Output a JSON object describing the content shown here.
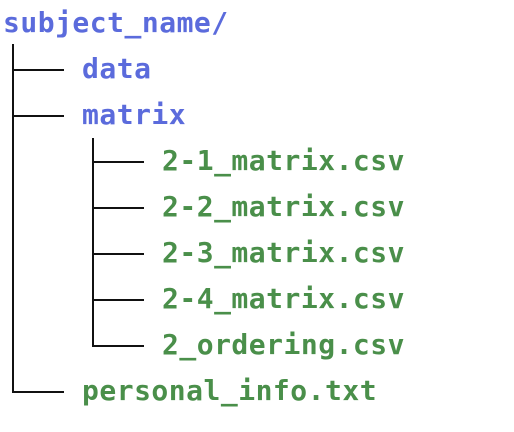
{
  "tree": {
    "root": {
      "label": "subject_name/",
      "type": "folder"
    },
    "children": [
      {
        "label": "data",
        "type": "folder"
      },
      {
        "label": "matrix",
        "type": "folder",
        "children": [
          {
            "label": "2-1_matrix.csv",
            "type": "file"
          },
          {
            "label": "2-2_matrix.csv",
            "type": "file"
          },
          {
            "label": "2-3_matrix.csv",
            "type": "file"
          },
          {
            "label": "2-4_matrix.csv",
            "type": "file"
          },
          {
            "label": "2_ordering.csv",
            "type": "file"
          }
        ]
      },
      {
        "label": "personal_info.txt",
        "type": "file"
      }
    ]
  },
  "colors": {
    "folder": "#5b6bdc",
    "file": "#4a8f4a",
    "line": "#111111"
  }
}
